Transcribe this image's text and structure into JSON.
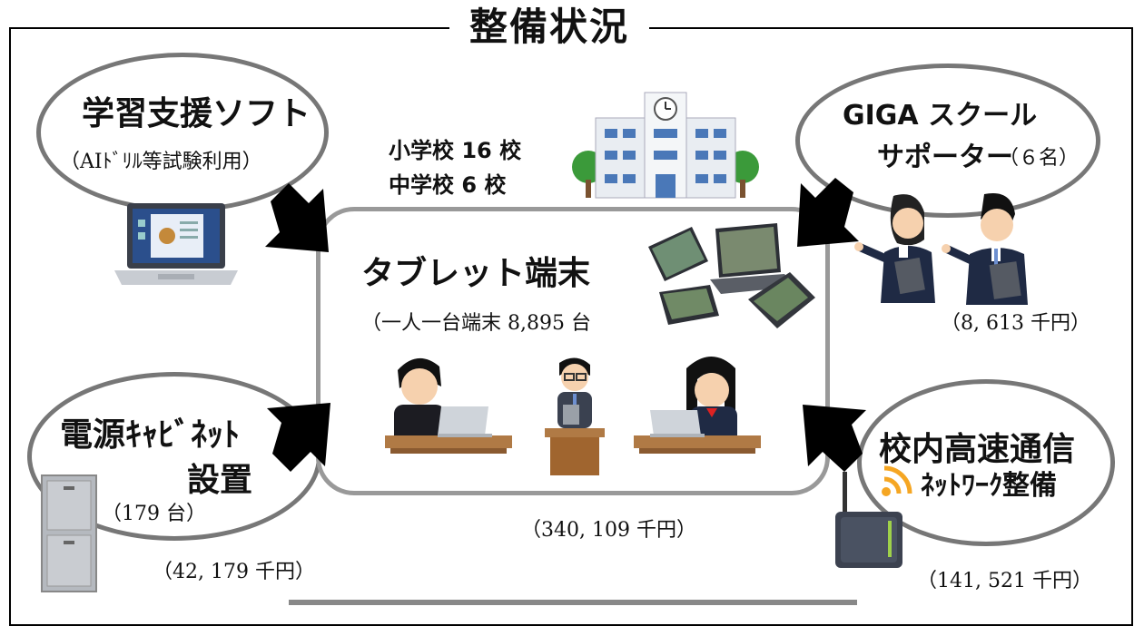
{
  "title": "整備状況",
  "schools": {
    "elementary": "小学校 16 校",
    "junior_high": "中学校 6 校"
  },
  "software": {
    "title": "学習支援ソフト",
    "note": "（AIﾄﾞﾘﾙ等試験利用）"
  },
  "giga": {
    "title_line1": "GIGA スクール",
    "title_line2": "サポーター",
    "count": "（６名）",
    "cost": "（8, 613 千円）"
  },
  "tablet": {
    "title": "タブレット端末",
    "note": "（一人一台端末 8,895 台",
    "cost": "（340, 109 千円）"
  },
  "cabinet": {
    "title_line1": "電源ｷｬﾋﾞﾈｯﾄ",
    "title_line2": "設置",
    "count": "（179 台）",
    "cost": "（42, 179 千円）"
  },
  "network": {
    "title_line1": "校内高速通信",
    "title_line2": "ﾈｯﾄﾜｰｸ整備",
    "cost": "（141, 521 千円）"
  },
  "colors": {
    "oval_border": "#777777",
    "box_border": "#999999",
    "arrow": "#000000",
    "wifi": "#f5a623"
  },
  "icons": [
    "laptop-icon",
    "school-building-icon",
    "tablet-devices-icon",
    "support-staff-icon",
    "student-icon",
    "teacher-icon",
    "cabinet-icon",
    "router-icon",
    "wifi-icon"
  ]
}
